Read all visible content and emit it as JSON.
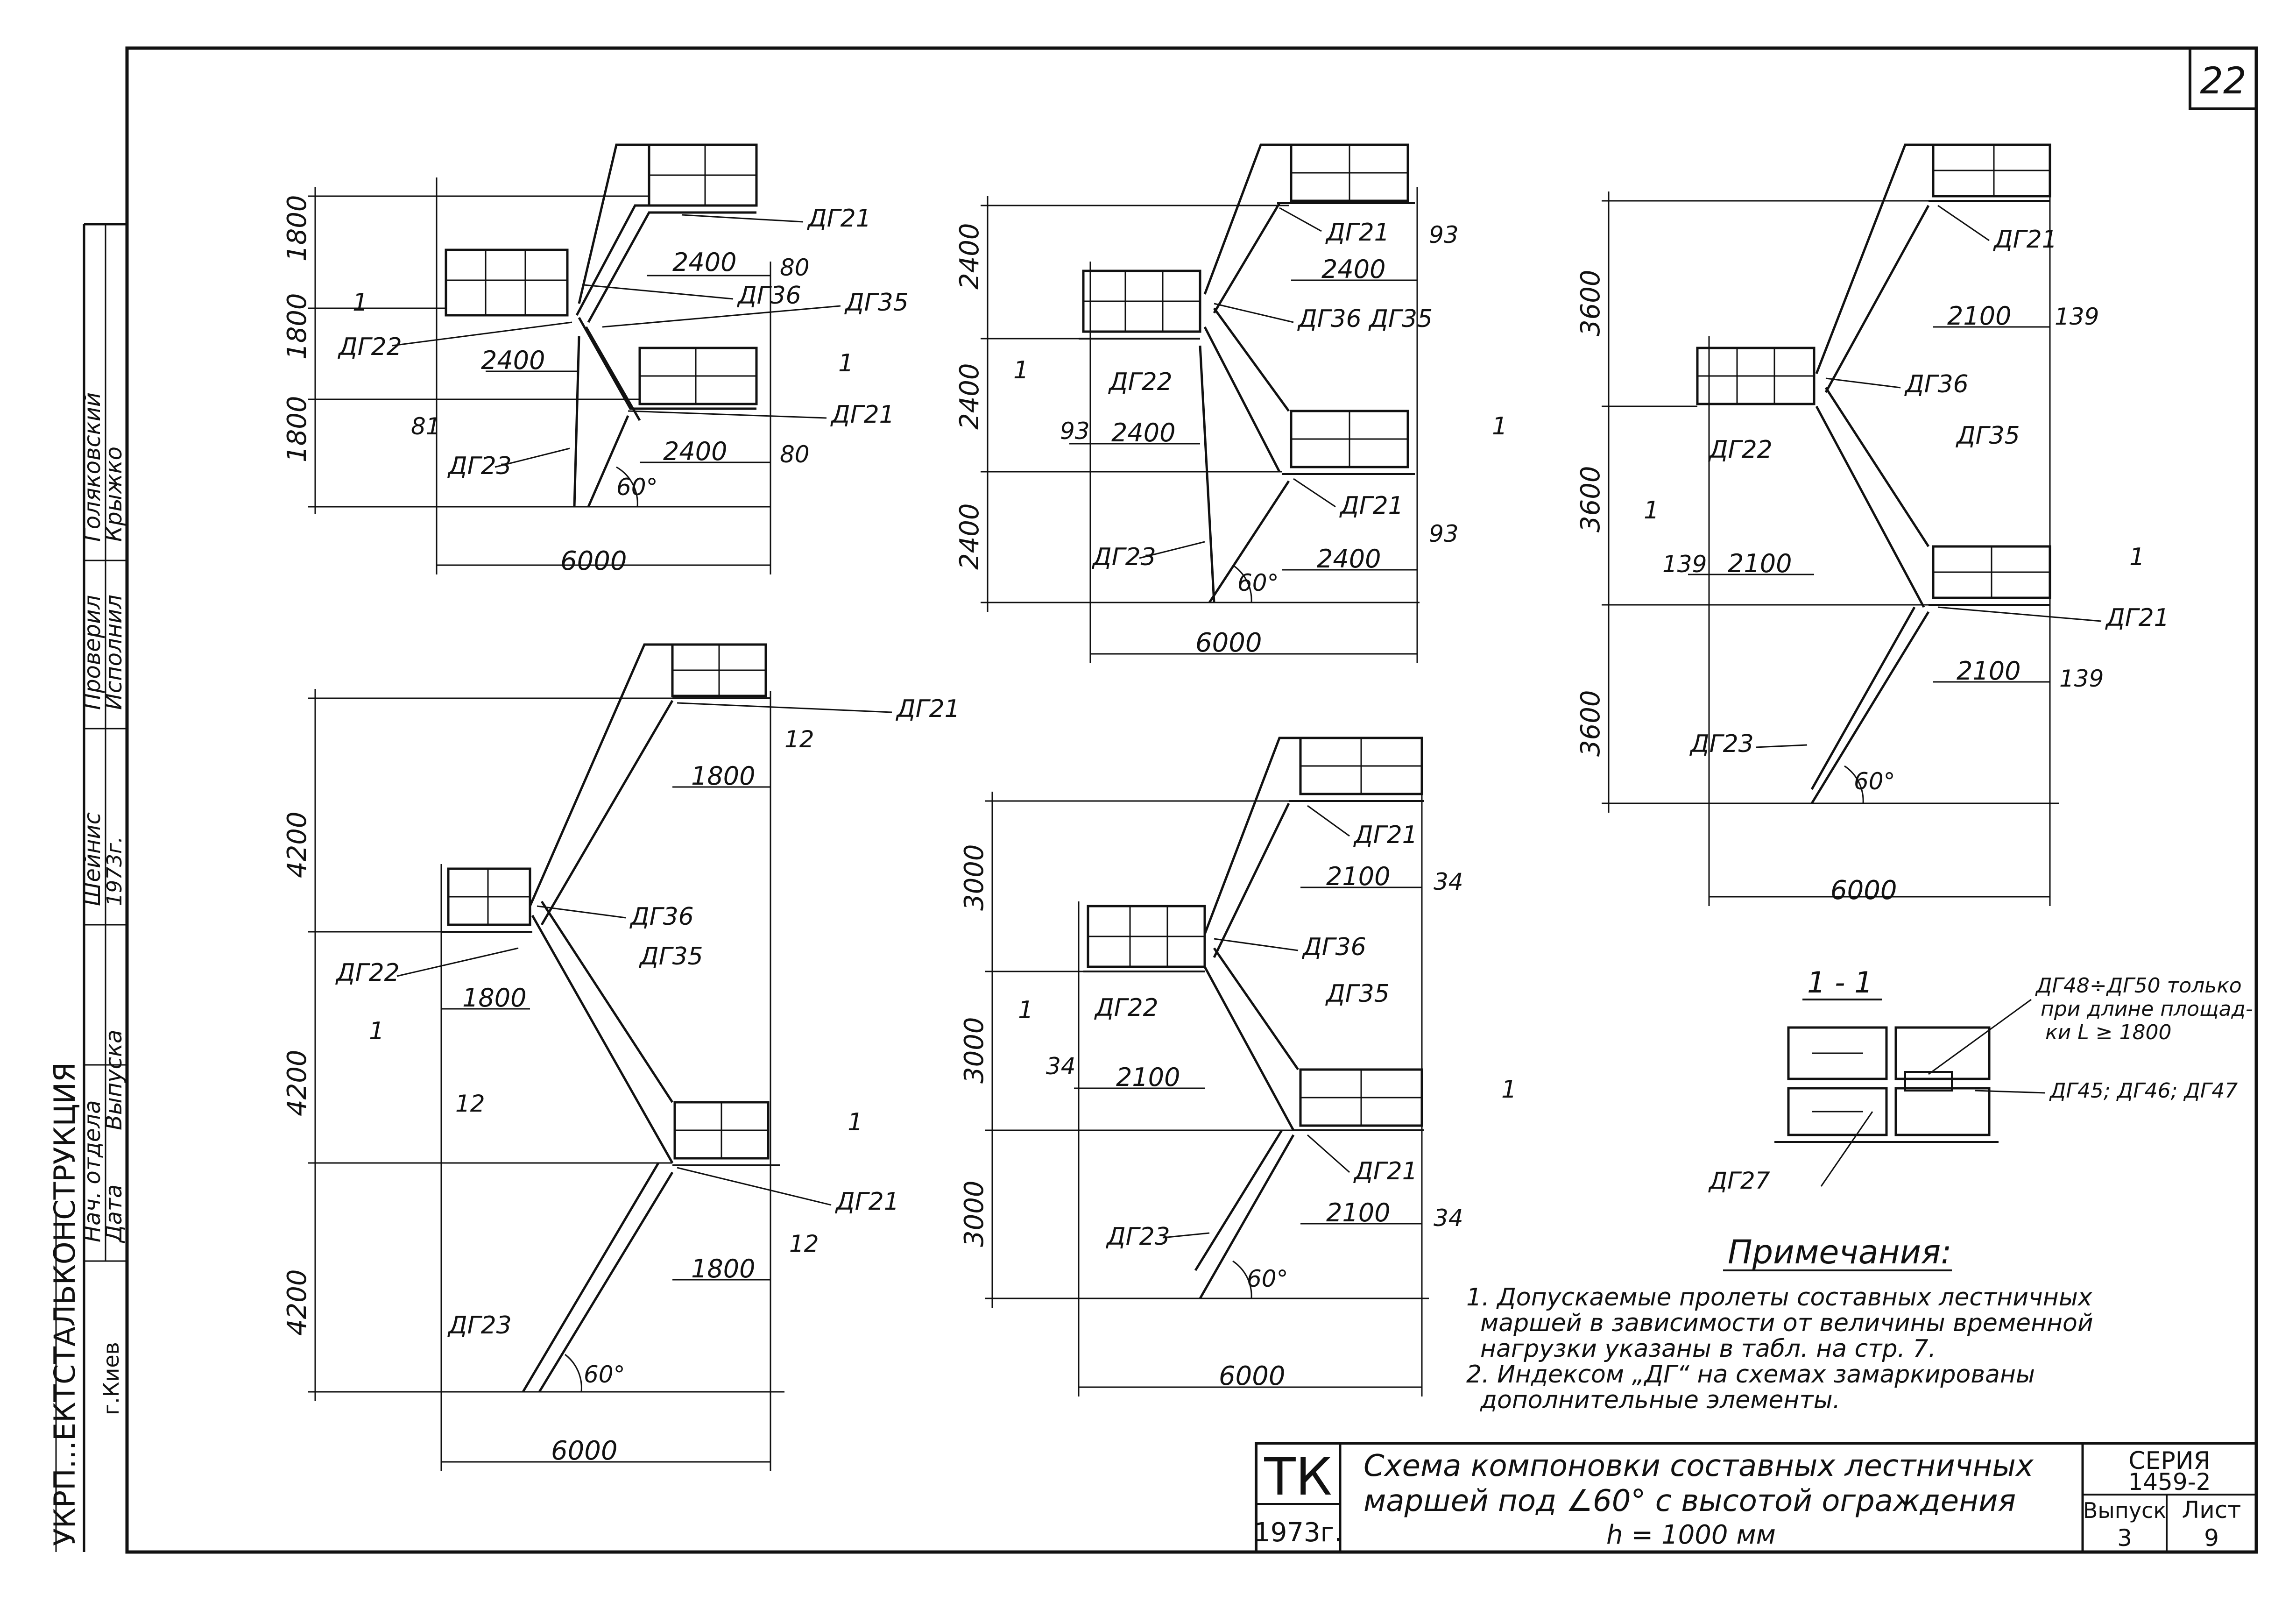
{
  "sheet": {
    "page_number": "22",
    "organization": "УКРП...ЕКТСТАЛЬКОНСТРУКЦИЯ",
    "city": "г.Киев",
    "stamp": {
      "rows": [
        "Нач. отдела",
        "Проверил",
        "Исполнил"
      ],
      "names": [
        "Шейнис",
        "Голяковский",
        "Крыжко"
      ],
      "date_label": "Дата",
      "issue_label": "Выпуска",
      "year": "1973г."
    }
  },
  "title_block": {
    "tk": "ТК",
    "year": "1973г.",
    "title_line1": "Схема компоновки составных лестничных",
    "title_line2": "маршей под ∠60° с высотой ограждения",
    "title_line3": "h = 1000 мм",
    "series_label": "СЕРИЯ",
    "series_value": "1459-2",
    "issue_label": "Выпуск",
    "issue_value": "3",
    "sheet_label": "Лист",
    "sheet_value": "9"
  },
  "diagrams": [
    {
      "id": "h1800",
      "dims": [
        "1800",
        "1800",
        "1800",
        "2400",
        "2400",
        "2400",
        "80",
        "80",
        "81",
        "6000",
        "60°"
      ],
      "labels": [
        "ДГ21",
        "ДГ36",
        "ДГ35",
        "ДГ22",
        "ДГ21",
        "ДГ23"
      ],
      "section": "1"
    },
    {
      "id": "h2400",
      "dims": [
        "2400",
        "2400",
        "2400",
        "2400",
        "2400",
        "2400",
        "93",
        "93",
        "93",
        "6000",
        "60°"
      ],
      "labels": [
        "ДГ21",
        "ДГ36 ДГ35",
        "ДГ22",
        "ДГ21",
        "ДГ23"
      ],
      "section": "1"
    },
    {
      "id": "h3600",
      "dims": [
        "3600",
        "3600",
        "3600",
        "2100",
        "2100",
        "2100",
        "139",
        "139",
        "139",
        "6000",
        "60°"
      ],
      "labels": [
        "ДГ21",
        "ДГ36",
        "ДГ35",
        "ДГ22",
        "ДГ21",
        "ДГ23"
      ],
      "section": "1"
    },
    {
      "id": "h4200",
      "dims": [
        "4200",
        "4200",
        "4200",
        "1800",
        "1800",
        "1800",
        "12",
        "12",
        "12",
        "6000",
        "60°"
      ],
      "labels": [
        "ДГ21",
        "ДГ36",
        "ДГ35",
        "ДГ22",
        "ДГ21",
        "ДГ23"
      ],
      "section": "1"
    },
    {
      "id": "h3000",
      "dims": [
        "3000",
        "3000",
        "3000",
        "2100",
        "2100",
        "2100",
        "34",
        "34",
        "34",
        "6000",
        "60°"
      ],
      "labels": [
        "ДГ21",
        "ДГ36",
        "ДГ35",
        "ДГ22",
        "ДГ21",
        "ДГ23"
      ],
      "section": "1"
    }
  ],
  "section_detail": {
    "title": "1 - 1",
    "note_a": "ДГ48÷ДГ50 только",
    "note_b": "при длине площад-",
    "note_c": "ки L ≥ 1800",
    "label_right": "ДГ45; ДГ46; ДГ47",
    "label_left": "ДГ27"
  },
  "notes": {
    "heading": "Примечания:",
    "n1_l1": "1. Допускаемые пролеты составных лестничных",
    "n1_l2": "маршей в зависимости от величины временной",
    "n1_l3": "нагрузки указаны в табл. на стр. 7.",
    "n2_l1": "2. Индексом „ДГ“ на схемах замаркированы",
    "n2_l2": "дополнительные элементы."
  }
}
